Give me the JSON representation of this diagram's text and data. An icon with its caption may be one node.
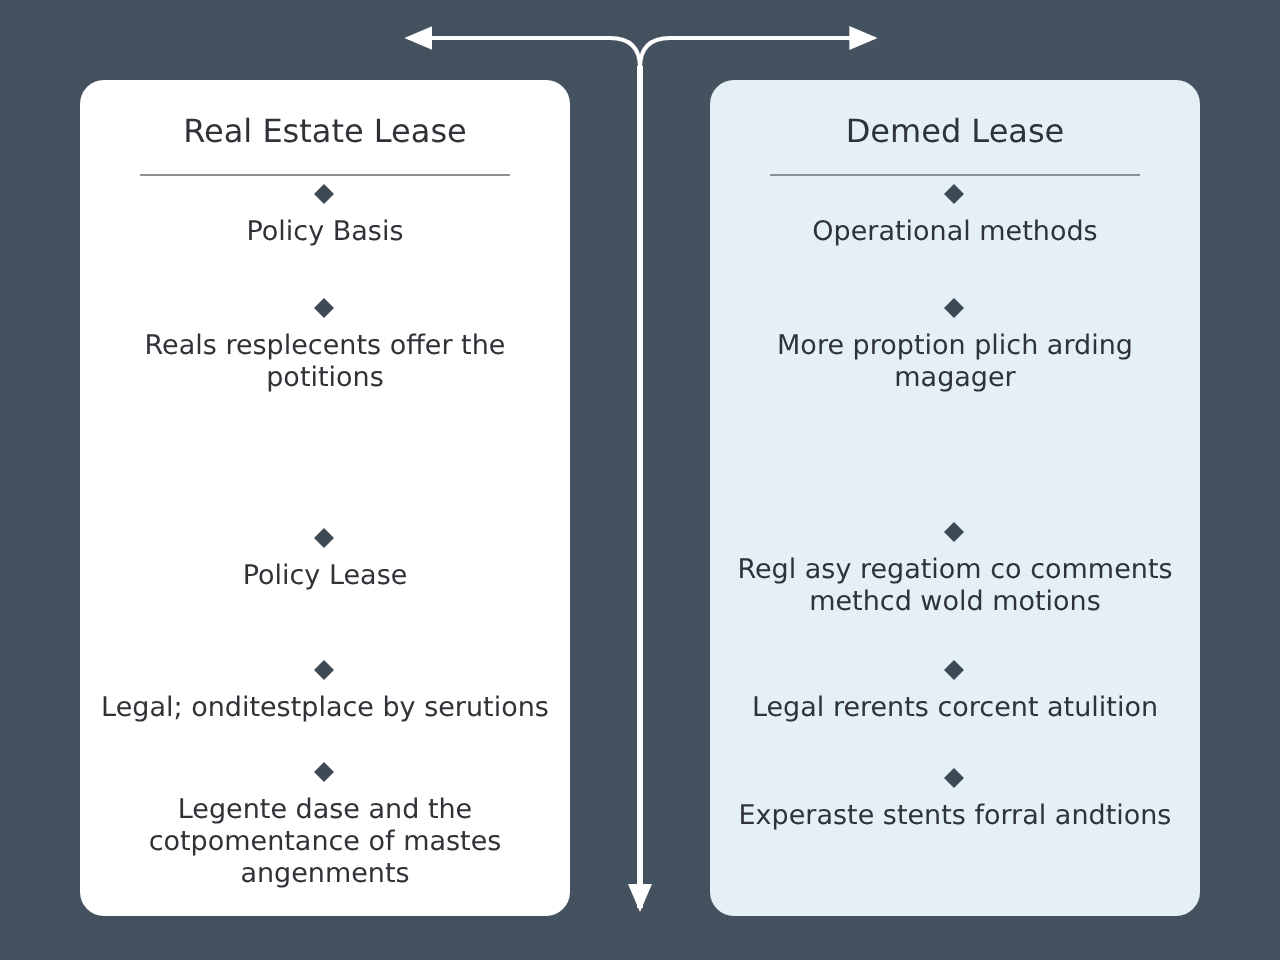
{
  "diagram": {
    "nodes": [
      {
        "text": [
          "Real Estate Lease"
        ]
      },
      {
        "text": [
          "Policy Basis"
        ],
        "in": 0
      },
      {
        "text": [
          "Reals resplecents offer the potitions"
        ],
        "in": 0
      },
      {
        "text": [
          "Policy Lease"
        ],
        "in": 0
      },
      {
        "text": [
          "Legal; onditestplace by serutions"
        ],
        "in": 0
      },
      {
        "text": [
          "Legente dase and the cotpomentance of mastes angenments"
        ],
        "in": 0
      },
      {
        "text": [
          "Demed Lease"
        ]
      },
      {
        "text": [
          "Operational methods"
        ],
        "in": 6
      },
      {
        "text": [
          "More proption plich arding magager"
        ],
        "in": 6
      },
      {
        "text": [
          "Regl asy regatiom co comments methcd wold motions"
        ],
        "in": 6
      },
      {
        "text": [
          "Legal rerents corcent atulition"
        ],
        "in": 6
      },
      {
        "text": [
          "Experaste stents forral andtions"
        ],
        "in": 6
      }
    ],
    "edges": [
      {
        "from": 0,
        "to": 6,
        "arrow": "both"
      }
    ]
  }
}
